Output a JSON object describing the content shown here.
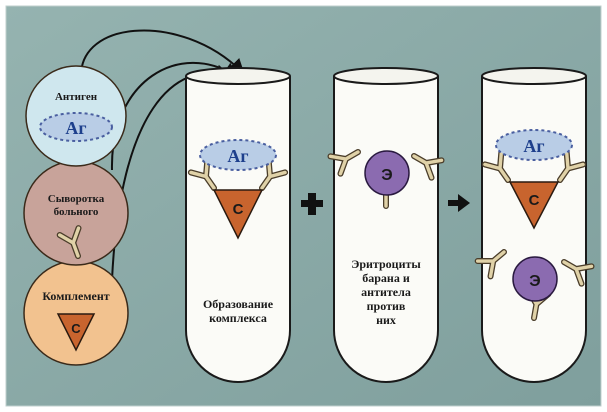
{
  "background_color": "#8aa8a6",
  "circles": {
    "antigen": {
      "label": "Антиген",
      "symbol": "Аг",
      "color": "#cfe7ee"
    },
    "serum": {
      "label_line1": "Сыворотка",
      "label_line2": "больного",
      "color": "#c8a39a"
    },
    "complement": {
      "label": "Комплемент",
      "symbol": "С",
      "color": "#f2c28f"
    }
  },
  "tubes": {
    "tube1": {
      "antigen_symbol": "Аг",
      "complement_symbol": "С",
      "caption_line1": "Образование",
      "caption_line2": "комплекса"
    },
    "tube2": {
      "erythrocyte_symbol": "Э",
      "caption_line1": "Эритроциты",
      "caption_line2": "барана и",
      "caption_line3": "антитела",
      "caption_line4": "против",
      "caption_line5": "них"
    },
    "tube3": {
      "antigen_symbol": "Аг",
      "complement_symbol": "С",
      "erythrocyte_symbol": "Э"
    }
  },
  "colors": {
    "antigen_fill": "#b9cde6",
    "antigen_dots": "#6b4fa0",
    "complement_fill": "#c8642e",
    "erythrocyte_fill": "#8b6bb0",
    "antibody": "#d9c9a0",
    "tube_fill": "#fbfbf7"
  },
  "icons": {
    "plus": "plus-icon",
    "arrow": "arrow-right-icon"
  }
}
